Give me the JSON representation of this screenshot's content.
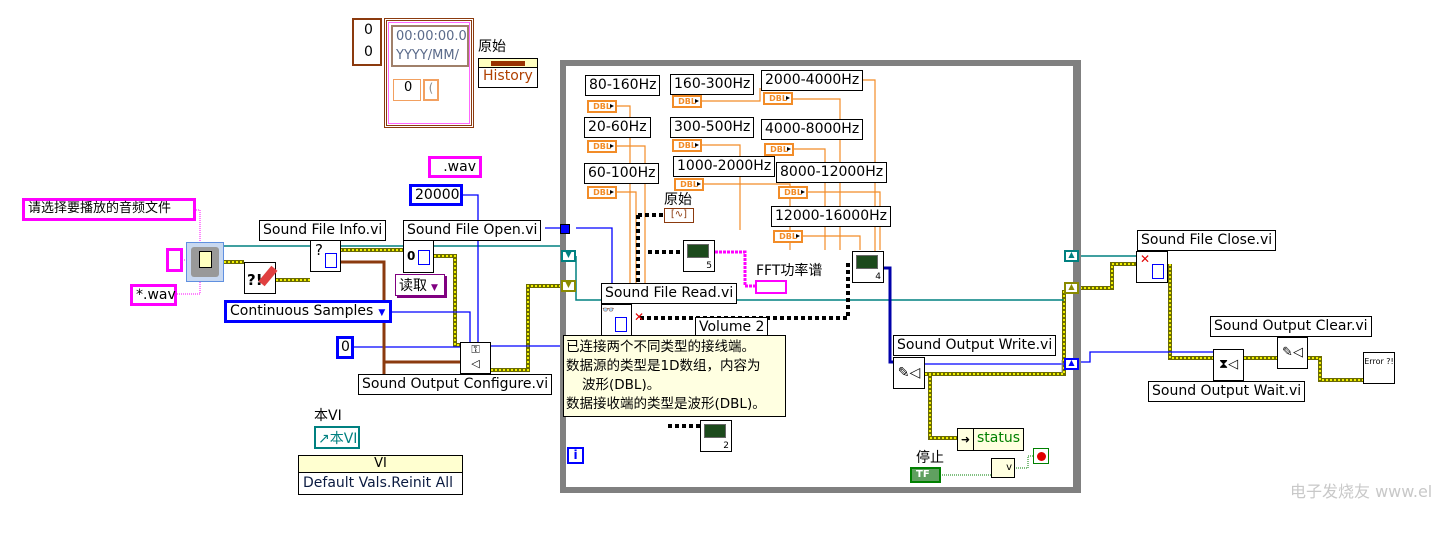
{
  "cluster": {
    "array_index_1": "0",
    "array_index_2": "0",
    "time_line1": "00:00:00.0",
    "time_line2": "YYYY/MM/",
    "inner_index": "0",
    "inner_value": "(",
    "label": "原始",
    "property": "History"
  },
  "constants": {
    "wav_ext": ".wav",
    "buffer_size": "20000",
    "prompt": "请选择要播放的音频文件",
    "pattern": "*.wav",
    "sample_mode": "Continuous Samples",
    "device_id": "0",
    "read_mode": "读取"
  },
  "subvis": {
    "file_info": "Sound File Info.vi",
    "file_open": "Sound File Open.vi",
    "output_configure": "Sound Output Configure.vi",
    "file_read": "Sound File Read.vi",
    "volume": "Volume 2",
    "output_write": "Sound Output Write.vi",
    "file_close": "Sound File Close.vi",
    "output_clear": "Sound Output Clear.vi",
    "output_wait": "Sound Output Wait.vi"
  },
  "filters": [
    {
      "label": "80-160Hz",
      "type": "DBL"
    },
    {
      "label": "160-300Hz",
      "type": "DBL"
    },
    {
      "label": "2000-4000Hz",
      "type": "DBL"
    },
    {
      "label": "20-60Hz",
      "type": "DBL"
    },
    {
      "label": "300-500Hz",
      "type": "DBL"
    },
    {
      "label": "4000-8000Hz",
      "type": "DBL"
    },
    {
      "label": "60-100Hz",
      "type": "DBL"
    },
    {
      "label": "1000-2000Hz",
      "type": "DBL"
    },
    {
      "label": "8000-12000Hz",
      "type": "DBL"
    },
    {
      "label": "12000-16000Hz",
      "type": "DBL"
    }
  ],
  "loop": {
    "original_label": "原始",
    "fft_label": "FFT功率谱",
    "graph_counts": [
      "5",
      "4",
      "2"
    ],
    "status": "status",
    "stop_label": "停止",
    "tf": "TF",
    "or_label": "v",
    "info": "i"
  },
  "tooltip": {
    "line1": "已连接两个不同类型的接线端。",
    "line2": "数据源的类型是1D数组，内容为",
    "line3": "波形(DBL)。",
    "line4": "数据接收端的类型是波形(DBL)。"
  },
  "vi_ref": {
    "label": "本VI",
    "ref": "本VI",
    "class": "VI",
    "method": "Default Vals.Reinit All"
  },
  "error_handler": "Error ?!",
  "watermark": "电子发烧友 www.elecfans.com",
  "colors": {
    "error_wire": "#c8c800",
    "refnum_wire": "#008080",
    "numeric_int": "#0000ff",
    "dbl": "#f28c28",
    "string": "#ff00ff",
    "cluster": "#8b3a0e",
    "loop_border": "#808080"
  }
}
